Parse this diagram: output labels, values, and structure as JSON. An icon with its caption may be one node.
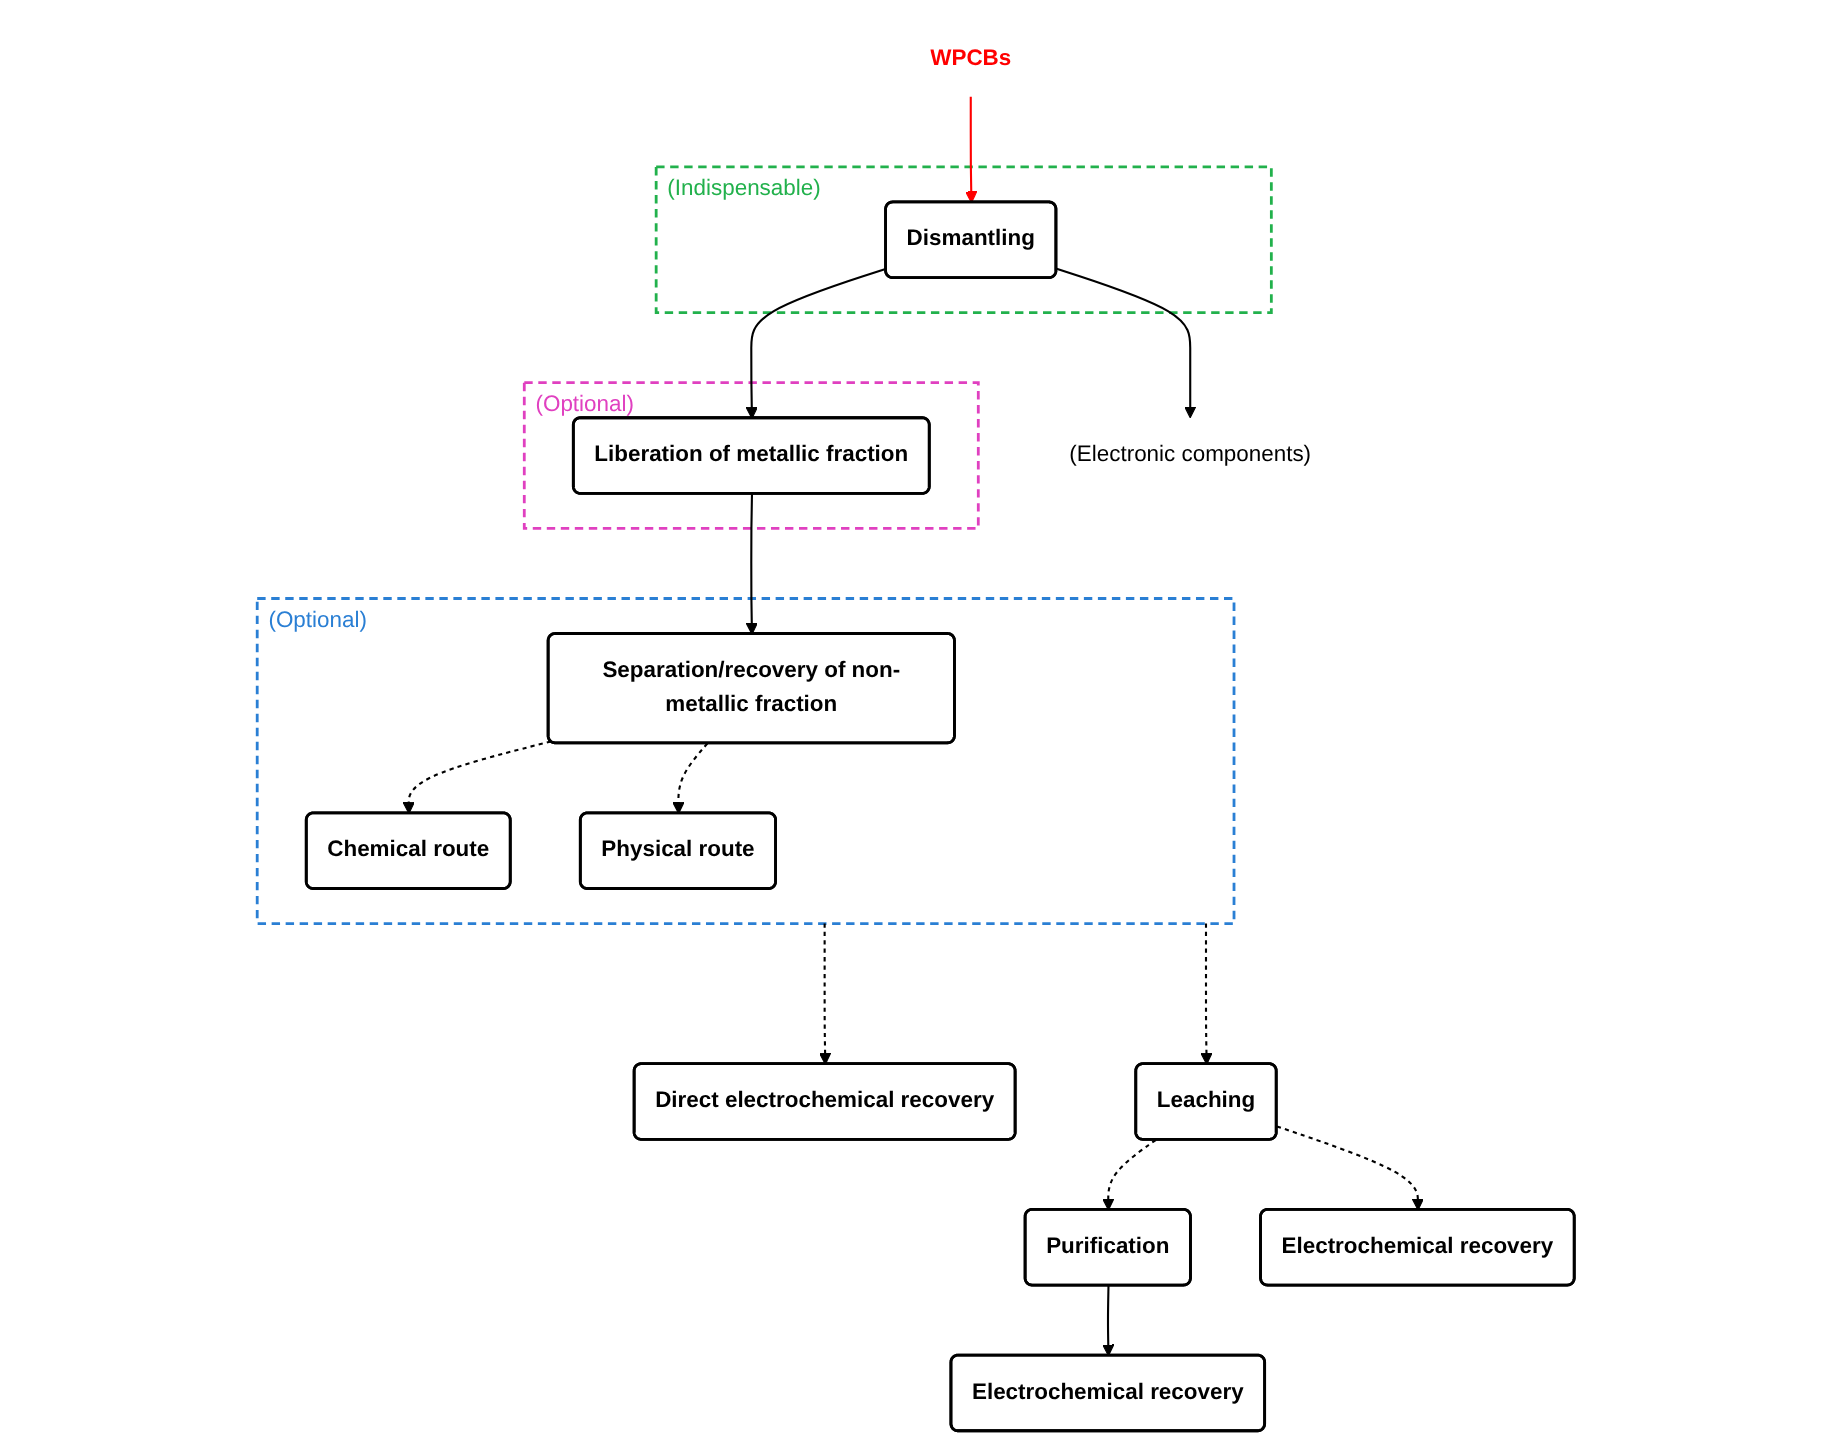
{
  "diagram": {
    "nodes": [
      {
        "text": [
          "WPCBs"
        ]
      },
      {
        "text": [
          "(Indispensable)"
        ]
      },
      {
        "text": [
          "Dismantling"
        ],
        "in": 1
      },
      {
        "text": [
          "(Electronic components)"
        ]
      },
      {
        "text": [
          "(Optional)"
        ]
      },
      {
        "text": [
          "Liberation of metallic fraction"
        ],
        "in": 4
      },
      {
        "text": [
          "(Optional)"
        ]
      },
      {
        "text": [
          "Separation/recovery of non-metallic fraction"
        ],
        "in": 6
      },
      {
        "text": [
          "Chemical route"
        ],
        "in": 6
      },
      {
        "text": [
          "Physical route"
        ],
        "in": 6
      },
      {
        "text": [
          "Direct electrochemical recovery"
        ]
      },
      {
        "text": [
          "Leaching"
        ]
      },
      {
        "text": [
          "Purification"
        ]
      },
      {
        "text": [
          "Electrochemical recovery"
        ]
      },
      {
        "text": [
          "Electrochemical recovery"
        ]
      }
    ],
    "edges": [
      {
        "from": 0,
        "to": 2,
        "arrow": "to",
        "color": "#ff0000"
      },
      {
        "from": 2,
        "to": 3,
        "arrow": "to"
      },
      {
        "from": 2,
        "to": 5,
        "arrow": "to"
      },
      {
        "from": 5,
        "to": 7,
        "arrow": "to"
      },
      {
        "from": 7,
        "to": 8,
        "arrow": "to",
        "style": "dashed"
      },
      {
        "from": 7,
        "to": 9,
        "arrow": "to",
        "style": "dashed"
      },
      {
        "from": 6,
        "to": 10,
        "arrow": "to",
        "style": "dashed"
      },
      {
        "from": 6,
        "to": 11,
        "arrow": "to",
        "style": "dashed"
      },
      {
        "from": 11,
        "to": 12,
        "arrow": "to",
        "style": "dashed"
      },
      {
        "from": 11,
        "to": 13,
        "arrow": "to",
        "style": "dashed"
      },
      {
        "from": 12,
        "to": 14,
        "arrow": "to"
      }
    ]
  }
}
